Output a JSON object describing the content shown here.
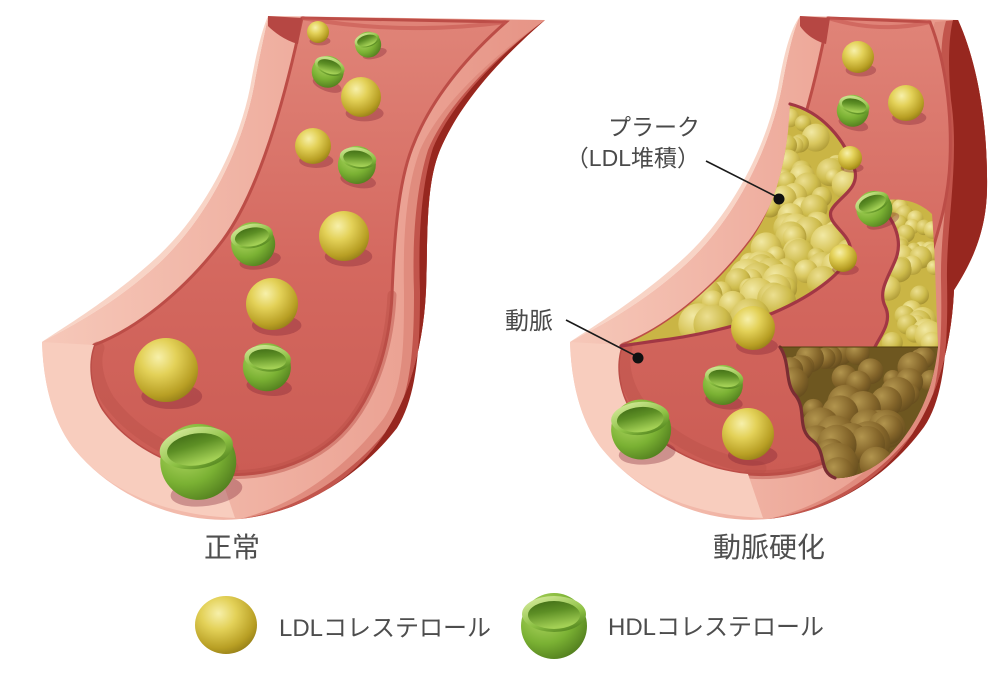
{
  "figure": {
    "panel_normal": {
      "caption": "正常"
    },
    "panel_athero": {
      "caption": "動脈硬化"
    },
    "annotation_plaque_line1": "プラーク",
    "annotation_plaque_line2": "（LDL堆積）",
    "annotation_artery": "動脈"
  },
  "legend": {
    "ldl_label": "LDLコレステロール",
    "hdl_label": "HDLコレステロール"
  },
  "colors": {
    "artery_wall_light": "#f6c8b9",
    "artery_wall_mid": "#eeab9c",
    "artery_edge_dark": "#97271f",
    "lumen_red": "#d4685f",
    "inner_rim": "#bc4d47",
    "cut_face": "#f8cdbe",
    "ldl_gold": "#d9c75e",
    "hdl_green": "#8cc043",
    "plaque_gold": "#cab545",
    "plaque_brown": "#7c6226",
    "plaque_outline": "#a23744",
    "label_text": "#4a4a4a"
  }
}
